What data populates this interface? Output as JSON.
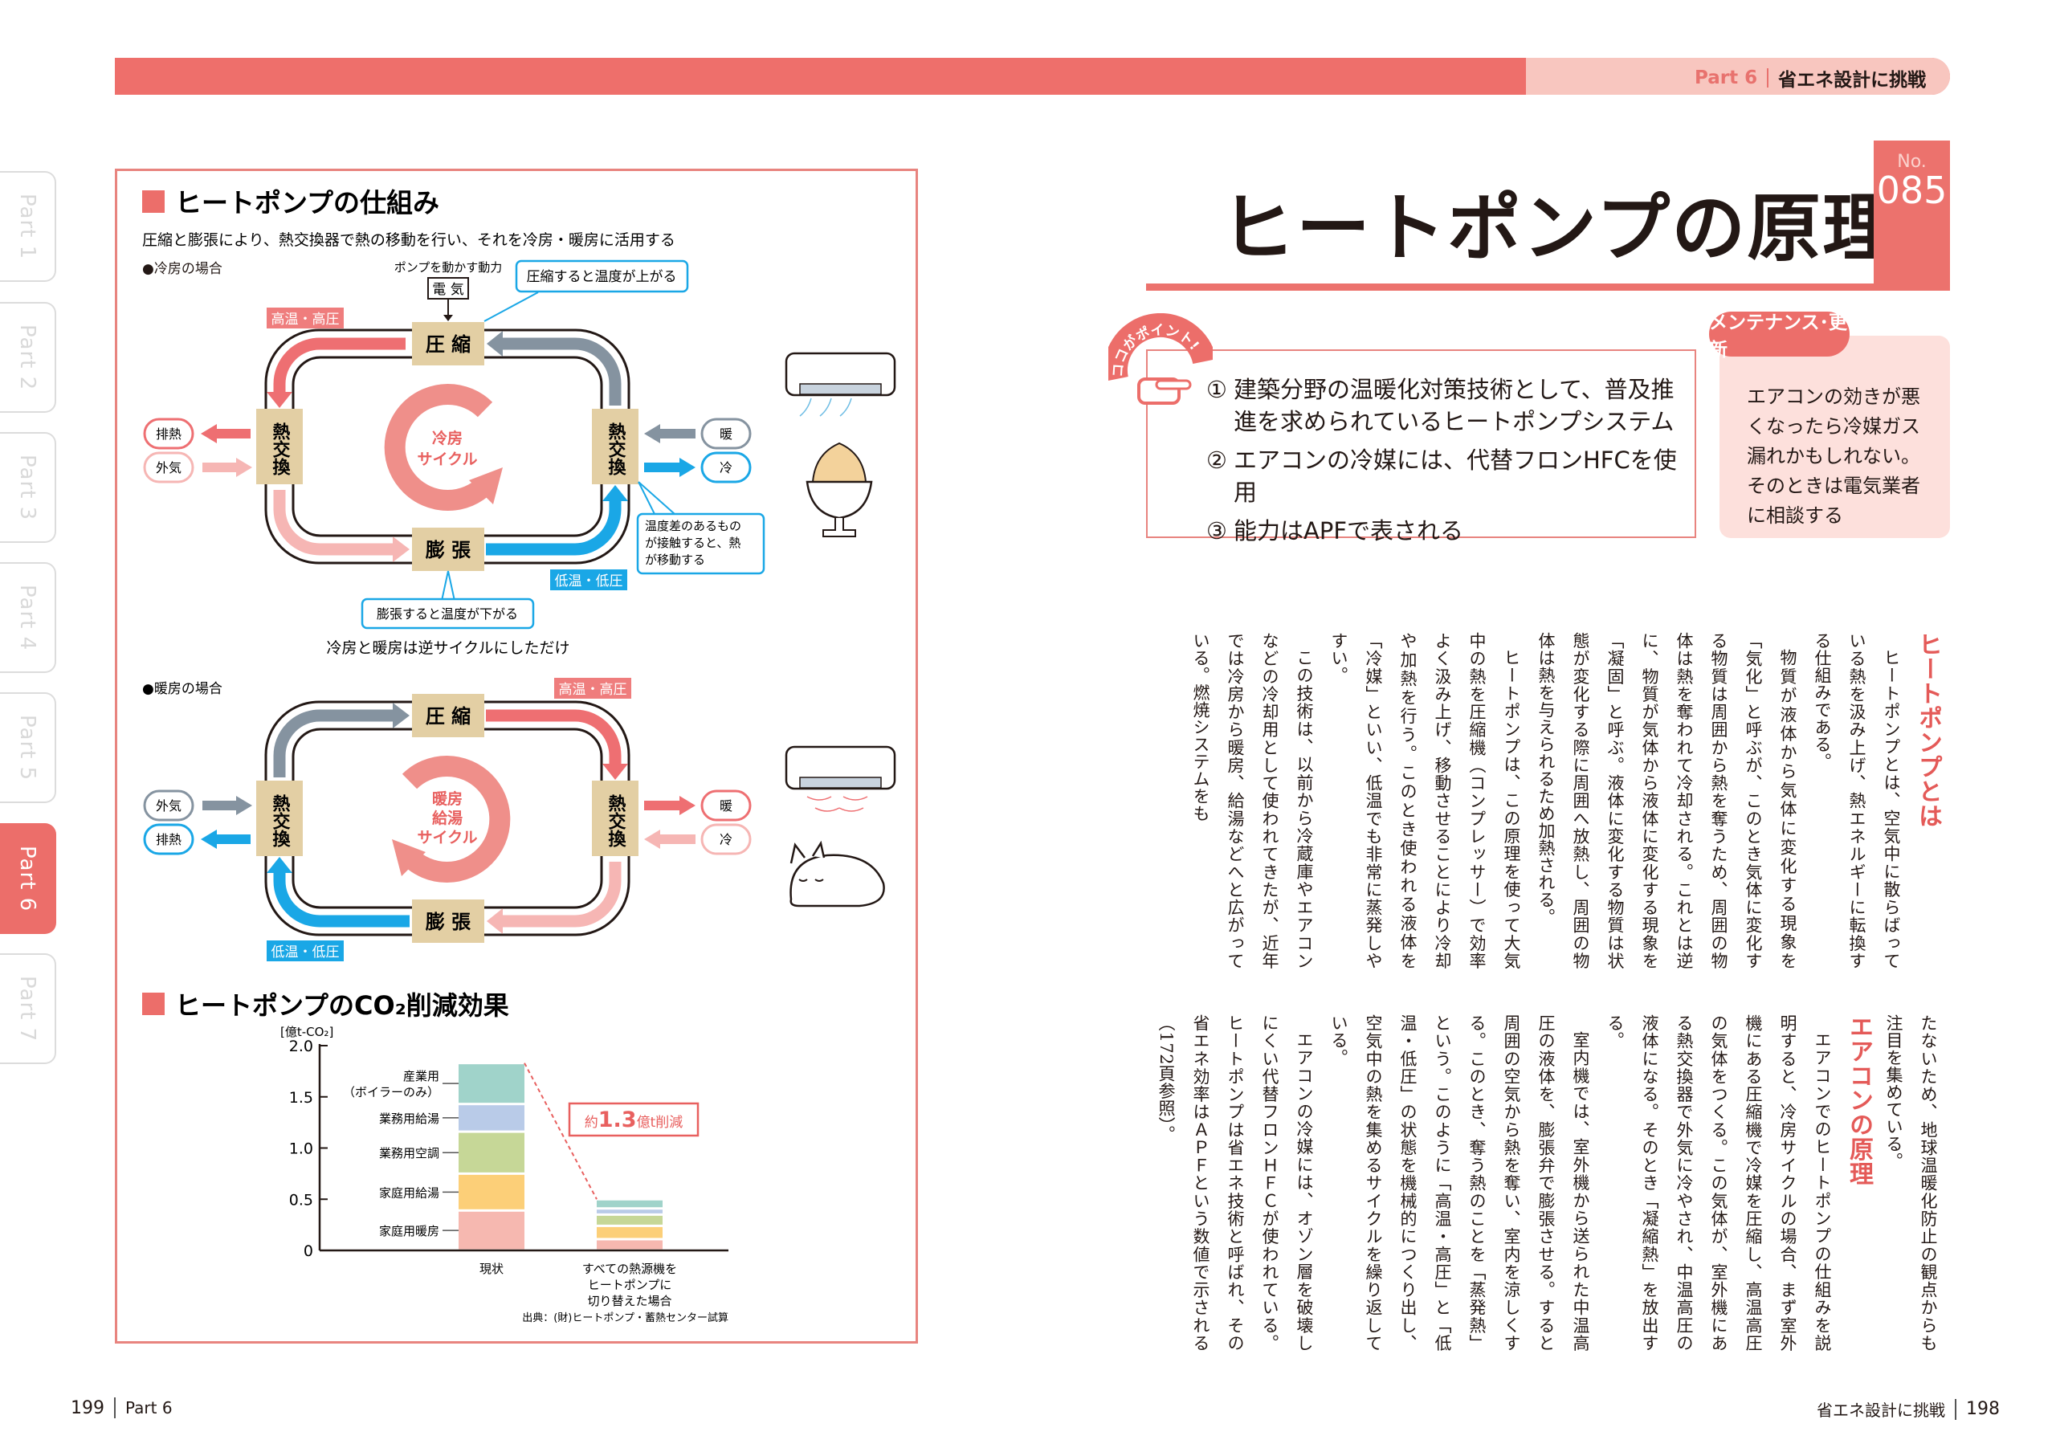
{
  "header": {
    "part": "Part 6",
    "chapter": "省エネ設計に挑戦"
  },
  "tabs": [
    {
      "label": "Part 1"
    },
    {
      "label": "Part 2"
    },
    {
      "label": "Part 3"
    },
    {
      "label": "Part 4"
    },
    {
      "label": "Part 5"
    },
    {
      "label": "Part 6",
      "active": true
    },
    {
      "label": "Part 7"
    }
  ],
  "left": {
    "section1_title": "ヒートポンプの仕組み",
    "section1_sub": "圧縮と膨張により、熱交換器で熱の移動を行い、それを冷房・暖房に活用する",
    "cooling": {
      "case_label": "●冷房の場合",
      "power_label": "ポンプを動かす動力",
      "electric": "電 気",
      "callout_compress": "圧縮すると温度が上がる",
      "high": "高温・高圧",
      "low": "低温・低圧",
      "compress": "圧 縮",
      "expand": "膨 張",
      "hx": "熱交換",
      "cycle1": "冷房",
      "cycle2": "サイクル",
      "exhaust": "排熱",
      "outside": "外気",
      "warm": "暖",
      "cool": "冷",
      "callout_contact": [
        "温度差のあるもの",
        "が接触すると、熱",
        "が移動する"
      ],
      "callout_expand": "膨張すると温度が下がる"
    },
    "reverse_note": "冷房と暖房は逆サイクルにしただけ",
    "heating": {
      "case_label": "●暖房の場合",
      "high": "高温・高圧",
      "low": "低温・低圧",
      "compress": "圧 縮",
      "expand": "膨 張",
      "hx": "熱交換",
      "cycle1": "暖房",
      "cycle2": "給湯",
      "cycle3": "サイクル",
      "outside": "外気",
      "exhaust": "排熱",
      "warm": "暖",
      "cool": "冷"
    },
    "section2_title": "ヒートポンプのCO₂削減効果"
  },
  "chart_data": {
    "type": "bar",
    "stacked": true,
    "title": "ヒートポンプのCO₂削減効果",
    "ylabel": "[億t-CO₂]",
    "ylim": [
      0,
      2.0
    ],
    "yticks": [
      "0",
      "0.5",
      "1.0",
      "1.5",
      "2.0"
    ],
    "categories": [
      "現状",
      [
        "すべての熱源機を",
        "ヒートポンプに",
        "切り替えた場合"
      ]
    ],
    "series": [
      {
        "name": "家庭用暖房",
        "color": "#f6b8b0",
        "values": [
          0.39,
          0.11
        ]
      },
      {
        "name": "家庭用給湯",
        "color": "#fccf78",
        "values": [
          0.36,
          0.13
        ]
      },
      {
        "name": "業務用空調",
        "color": "#c6d797",
        "values": [
          0.41,
          0.11
        ]
      },
      {
        "name": "業務用給湯",
        "color": "#b9cbe8",
        "values": [
          0.27,
          0.06
        ]
      },
      {
        "name": "産業用（ボイラーのみ）",
        "color": "#a0d3ca",
        "values": [
          0.4,
          0.09
        ]
      }
    ],
    "label_lines": [
      [
        "家庭用暖房"
      ],
      [
        "家庭用給湯"
      ],
      [
        "業務用空調"
      ],
      [
        "業務用給湯"
      ],
      [
        "産業用",
        "（ボイラーのみ）"
      ]
    ],
    "annotation": {
      "pre": "約",
      "num": "1.3",
      "post": "億t削減"
    },
    "source": "出典：(財)ヒートポンプ・蓄熱センター試算"
  },
  "right": {
    "title": "ヒートポンプの原理",
    "no_label": "No.",
    "no": "085",
    "point_badge": "ココがポイント!",
    "points": [
      {
        "n": "①",
        "text": "建築分野の温暖化対策技術として、普及推進を求められているヒートポンプシステム"
      },
      {
        "n": "②",
        "text": "エアコンの冷媒には、代替フロンHFCを使用"
      },
      {
        "n": "③",
        "text": "能力はAPFで表される"
      }
    ],
    "maint_tag": "メンテナンス･更新",
    "maint_text": "エアコンの効きが悪くなったら冷媒ガス漏れかもしれない。そのときは電気業者に相談する",
    "body1": {
      "heading": "ヒートポンプとは",
      "paras": [
        "ヒートポンプとは、空気中に散らばっている熱を汲み上げ、熱エネルギーに転換する仕組みである。",
        "物質が液体から気体に変化する現象を「気化」と呼ぶが、このとき気体に変化する物質は周囲から熱を奪うため、周囲の物体は熱を奪われて冷却される。これとは逆に、物質が気体から液体に変化する現象を「凝固」と呼ぶ。液体に変化する物質は状態が変化する際に周囲へ放熱し、周囲の物体は熱を与えられるため加熱される。",
        "ヒートポンプは、この原理を使って大気中の熱を圧縮機（コンプレッサー）で効率よく汲み上げ、移動させることにより冷却や加熱を行う。このとき使われる液体を「冷媒」といい、低温でも非常に蒸発しやすい。",
        "この技術は、以前から冷蔵庫やエアコンなどの冷却用として使われてきたが、近年では冷房から暖房、給湯などへと広がっている。燃焼システムをも"
      ]
    },
    "body2": {
      "continuation": "たないため、地球温暖化防止の観点からも注目を集めている。",
      "heading": "エアコンの原理",
      "paras": [
        "エアコンでのヒートポンプの仕組みを説明すると、冷房サイクルの場合、まず室外機にある圧縮機で冷媒を圧縮し、高温高圧の気体をつくる。この気体が、室外機にある熱交換器で外気に冷やされ、中温高圧の液体になる。そのとき「凝縮熱」を放出する。",
        "室内機では、室外機から送られた中温高圧の液体を、膨張弁で膨張させる。すると周囲の空気から熱を奪い、室内を涼しくする。このとき、奪う熱のことを「蒸発熱」という。このように「高温・高圧」と「低温・低圧」の状態を機械的につくり出し、空気中の熱を集めるサイクルを繰り返している。",
        "エアコンの冷媒には、オゾン層を破壊しにくい代替フロンＨＦＣが使われている。ヒートポンプは省エネ技術と呼ばれ、その省エネ効率はＡＰＦという数値で示される（172頁参照）。"
      ]
    }
  },
  "footer": {
    "left_page": "199",
    "left_part": "Part 6",
    "right_chapter": "省エネ設計に挑戦",
    "right_page": "198"
  },
  "colors": {
    "accent": "#ec6e6a",
    "pink": "#f8c6bf",
    "blue": "#1aa7e6",
    "grey": "#8593a0",
    "beige": "#e3cfa4"
  }
}
